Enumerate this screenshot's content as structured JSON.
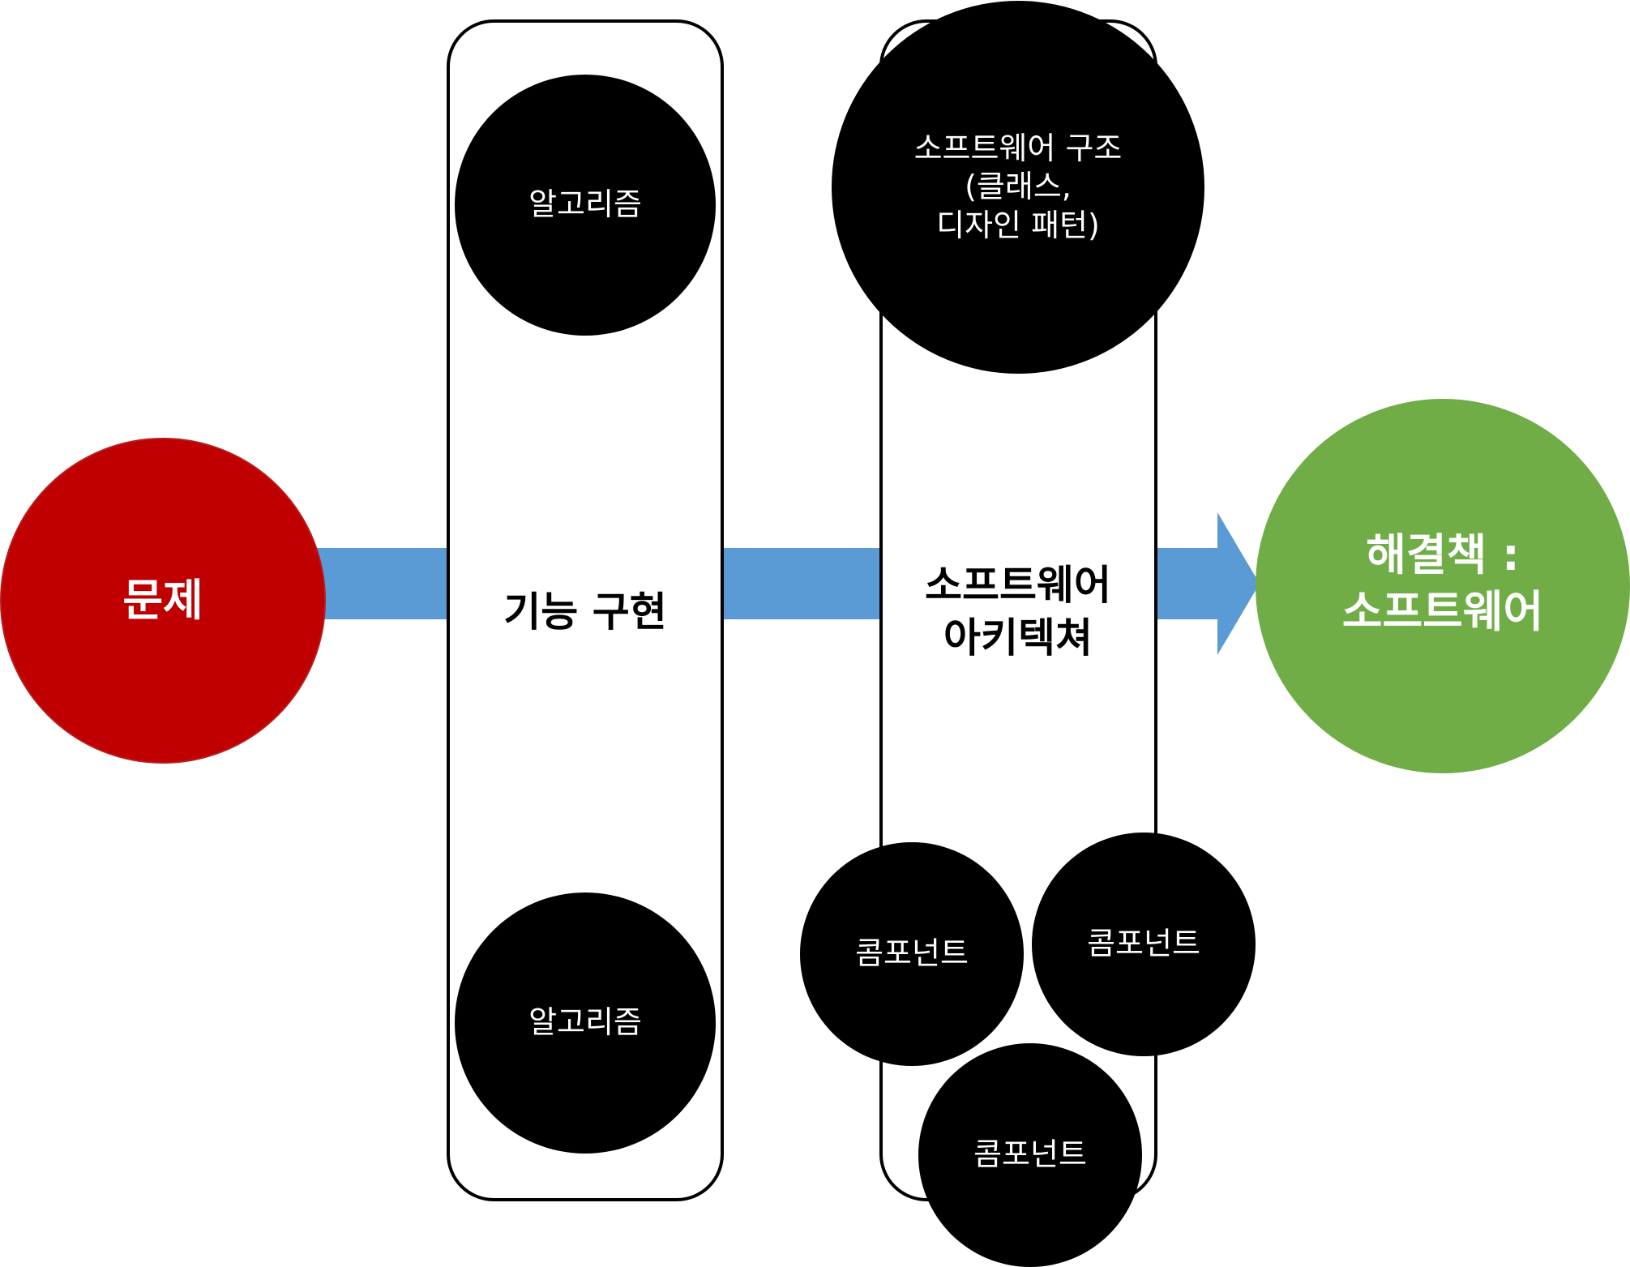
{
  "colors": {
    "problem_circle": "#c00000",
    "solution_circle": "#70ad47",
    "arrow": "#5b9bd5",
    "dark_circle": "#000000",
    "panel_border": "#000000"
  },
  "problem": {
    "label": "문제"
  },
  "function_panel": {
    "label": "기능 구현",
    "top_circle": "알고리즘",
    "bottom_circle": "알고리즘"
  },
  "architecture_panel": {
    "label": "소프트웨어\n아키텍쳐",
    "top_circle": "소프트웨어 구조\n(클래스,\n디자인 패턴)",
    "components": [
      "콤포넌트",
      "콤포넌트",
      "콤포넌트"
    ]
  },
  "solution": {
    "label": "해결책 :\n소프트웨어"
  }
}
